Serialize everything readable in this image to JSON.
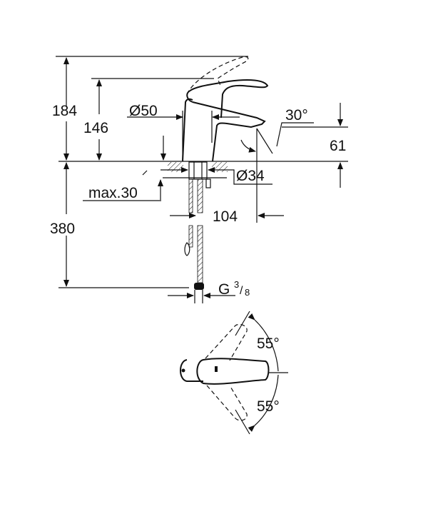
{
  "drawing": {
    "side_view": {
      "total_height": "184",
      "spout_height": "146",
      "body_diameter": "Ø50",
      "spout_angle": "30°",
      "spout_clearance": "61",
      "hole_diameter": "Ø34",
      "max_deck_thickness": "max.30",
      "spout_reach": "104",
      "hose_length": "380",
      "connection_thread_prefix": "G",
      "connection_thread_num": "3",
      "connection_thread_den": "8"
    },
    "top_view": {
      "lever_angle_up": "55°",
      "lever_angle_down": "55°"
    }
  }
}
